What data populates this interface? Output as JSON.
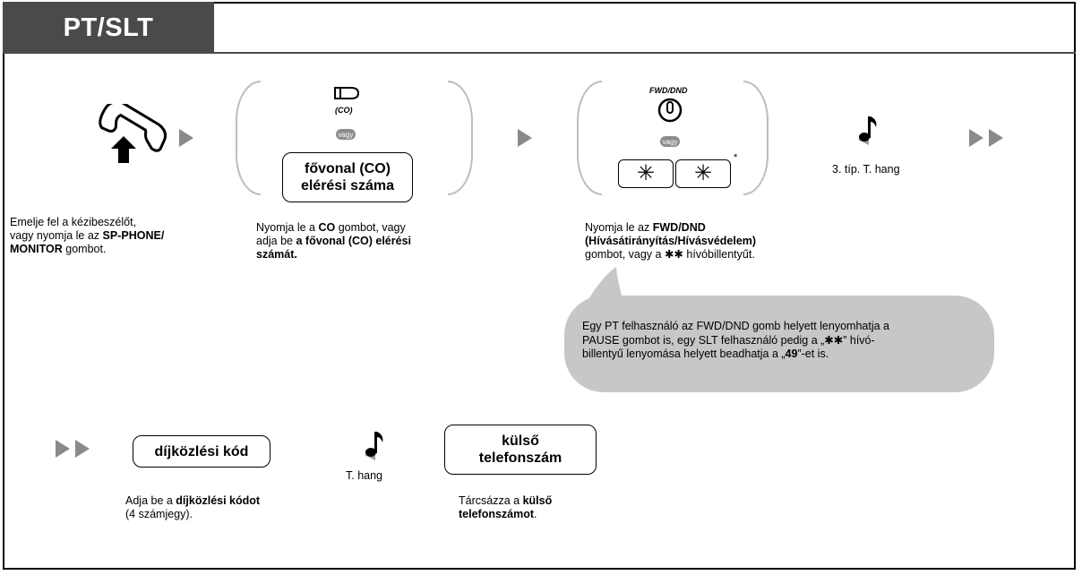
{
  "header": {
    "title": "PT/SLT"
  },
  "steps_row1": [
    {
      "caption_html": "Emelje fel a kézibeszélőt,<br>vagy nyomja le az <b>SP-PHONE/<br>MONITOR</b> gombot."
    },
    {
      "co_label": "(CO)",
      "or_label": "vagy",
      "key_line1": "fővonal (CO)",
      "key_line2": "elérési száma",
      "caption_html": "Nyomja le a <b>CO</b> gombot, vagy<br>adja be <b>a fővonal (CO) elérési<br>számát.</b>"
    },
    {
      "fwd_label": "FWD/DND",
      "or_label": "vagy",
      "star": "✳",
      "asterisk_note": "*",
      "caption_html": "Nyomja le az <b>FWD/DND<br>(Hívásátirányítás/Hívásvédelem)</b><br>gombot, vagy a ✱✱ hívóbillentyűt."
    },
    {
      "tone_label": "3. típ. T. hang"
    }
  ],
  "note": {
    "text_html": "Egy PT felhasználó az FWD/DND gomb helyett lenyomhatja a<br>PAUSE gombot is, egy SLT felhasználó pedig a „✱✱” hívó-<br>billentyű lenyomása helyett beadhatja a „<b>49</b>”-et is."
  },
  "steps_row2": [
    {
      "key_label": "díjközlési kód",
      "caption_html": "Adja be a <b>díjközlési kódot</b><br>(4 számjegy)."
    },
    {
      "tone_label": "T. hang"
    },
    {
      "key_line1": "külső",
      "key_line2": "telefonszám",
      "caption_html": "Tárcsázza a <b>külső<br>telefonszámot</b>."
    }
  ],
  "colors": {
    "header_bg": "#4a4a4a",
    "arrow": "#8a8a8a",
    "bubble": "#c7c7c7",
    "paren": "#bdbdbd"
  },
  "icons": [
    "handset-lift-icon",
    "co-button-icon",
    "fwd-dnd-button-icon",
    "music-note-icon"
  ]
}
